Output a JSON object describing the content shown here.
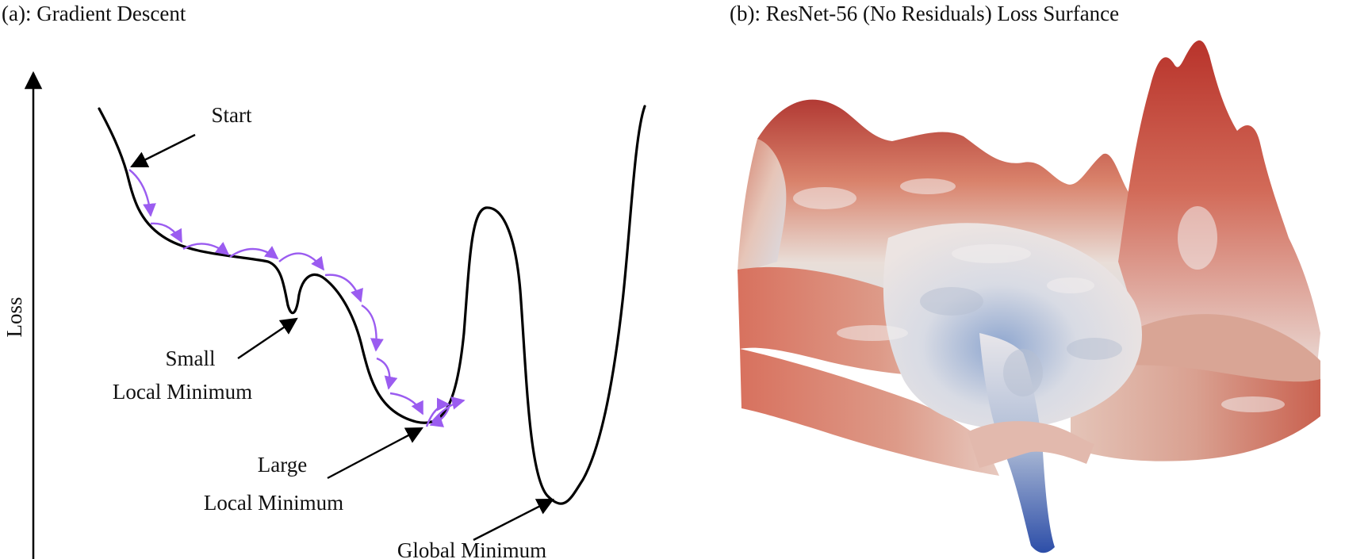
{
  "panel_a": {
    "title": "(a): Gradient Descent",
    "y_axis_label": "Loss",
    "annotations": {
      "start": "Start",
      "small_local_min_line1": "Small",
      "small_local_min_line2": "Local Minimum",
      "large_local_min_line1": "Large",
      "large_local_min_line2": "Local Minimum",
      "global_min": "Global Minimum"
    },
    "colors": {
      "curve": "#000000",
      "steps": "#9b5cf0"
    }
  },
  "panel_b": {
    "title": "(b): ResNet-56 (No Residuals) Loss Surfance",
    "colors": {
      "high": "#c5453a",
      "mid": "#e8e3e6",
      "low": "#2d4ea8"
    }
  }
}
